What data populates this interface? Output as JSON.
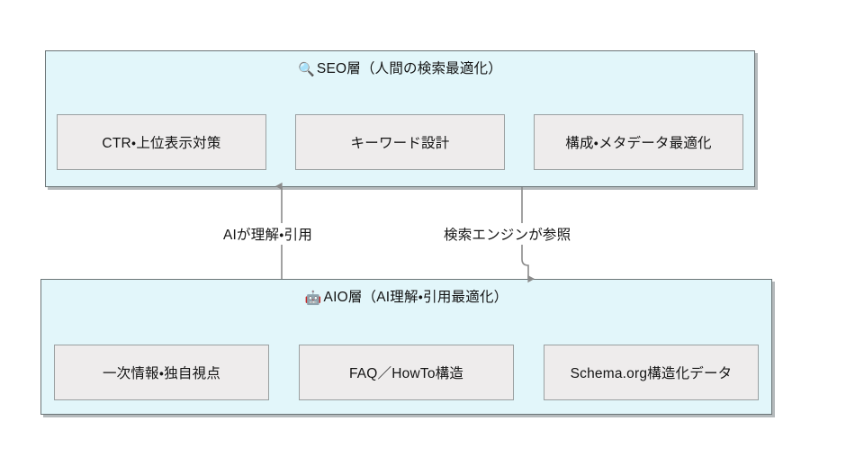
{
  "diagram": {
    "background_color": "#ffffff",
    "panel_fill": "#e2f6fa",
    "panel_border": "#6b7577",
    "chip_fill": "#eeecec",
    "chip_border": "#9aa0a1",
    "arrow_color": "#7a7a7a",
    "text_color": "#141414",
    "layers": [
      {
        "id": "seo",
        "icon": "magnifying-glass-icon",
        "icon_glyph": "🔍",
        "title": "SEO層（人間の検索最適化）",
        "items": [
          "CTR・上位表示対策",
          "キーワード設計",
          "構成・メタデータ最適化"
        ]
      },
      {
        "id": "aio",
        "icon": "robot-icon",
        "icon_glyph": "🤖",
        "title": "AIO層（AI理解・引用最適化）",
        "items": [
          "一次情報・独自視点",
          "FAQ／HowTo構造",
          "Schema.org構造化データ"
        ]
      }
    ],
    "connectors": [
      {
        "id": "aio-to-seo",
        "label": "AIが理解・引用",
        "direction": "up",
        "from": "aio",
        "to": "seo"
      },
      {
        "id": "seo-to-aio",
        "label": "検索エンジンが参照",
        "direction": "down",
        "from": "seo",
        "to": "aio"
      }
    ]
  }
}
